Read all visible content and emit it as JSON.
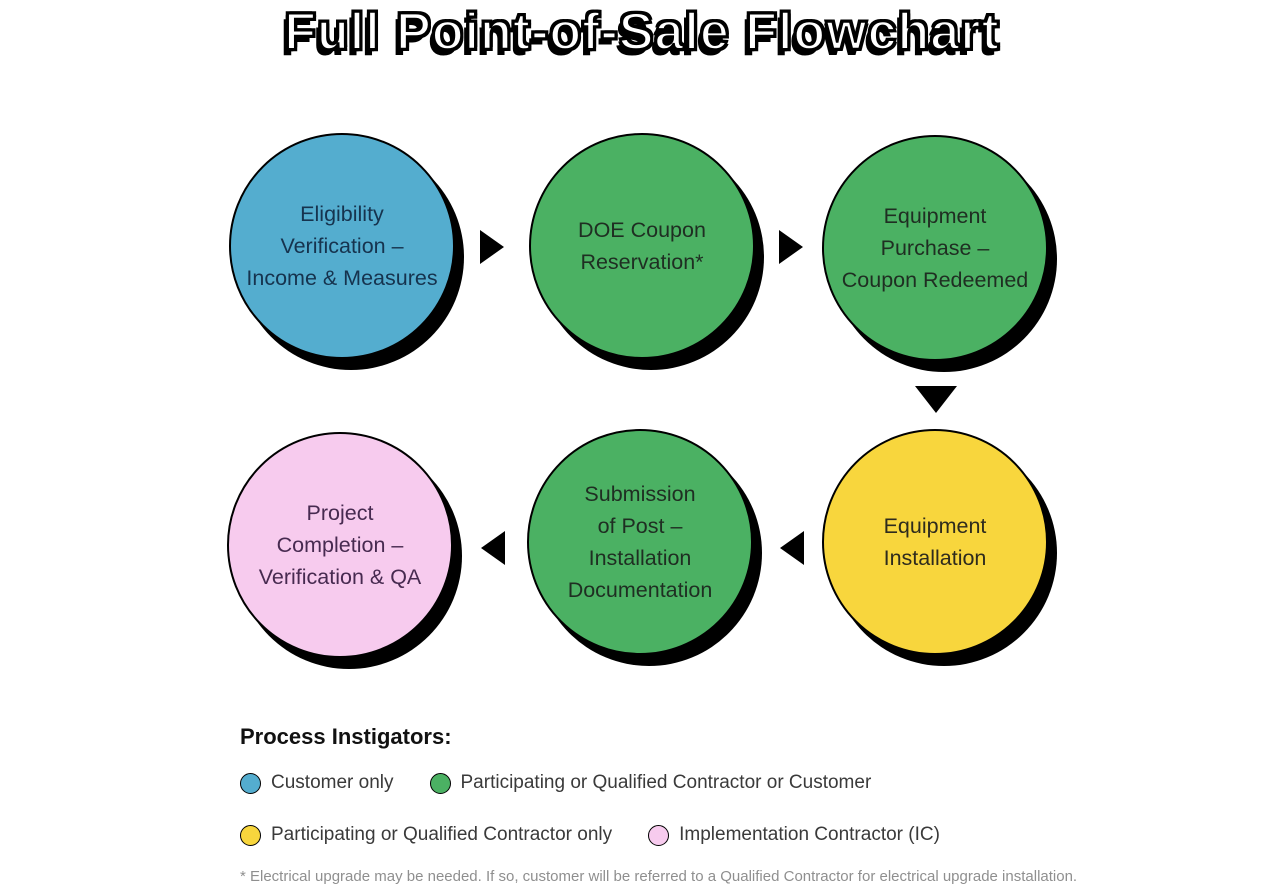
{
  "title": "Full Point-of-Sale Flowchart",
  "colors": {
    "blue": "#54ADCF",
    "green": "#4BB163",
    "yellow": "#F8D63D",
    "pink": "#F7CBEE",
    "shadow": "#000000"
  },
  "nodes": [
    {
      "id": "eligibility-verification",
      "label": "Eligibility\nVerification –\nIncome & Measures",
      "color": "#54ADCF",
      "text_color": "#16334E"
    },
    {
      "id": "doe-coupon-reservation",
      "label": "DOE Coupon\nReservation*",
      "color": "#4BB163",
      "text_color": "#1F2E22"
    },
    {
      "id": "equipment-purchase",
      "label": "Equipment\nPurchase –\nCoupon Redeemed",
      "color": "#4BB163",
      "text_color": "#1F2E22"
    },
    {
      "id": "equipment-installation",
      "label": "Equipment\nInstallation",
      "color": "#F8D63D",
      "text_color": "#2E2B1D"
    },
    {
      "id": "submission-post-installation",
      "label": "Submission\nof Post –\nInstallation\nDocumentation",
      "color": "#4BB163",
      "text_color": "#1F2E22"
    },
    {
      "id": "project-completion",
      "label": "Project\nCompletion –\nVerification & QA",
      "color": "#F7CBEE",
      "text_color": "#472A50"
    }
  ],
  "legend": {
    "heading": "Process Instigators:",
    "items": [
      {
        "color": "#54ADCF",
        "label": "Customer only"
      },
      {
        "color": "#4BB163",
        "label": "Participating or Qualified Contractor or Customer"
      },
      {
        "color": "#F8D63D",
        "label": "Participating or Qualified Contractor only"
      },
      {
        "color": "#F7CBEE",
        "label": "Implementation Contractor (IC)"
      }
    ]
  },
  "footnote": "* Electrical upgrade may be needed. If so, customer will be referred to a Qualified Contractor for electrical upgrade installation."
}
